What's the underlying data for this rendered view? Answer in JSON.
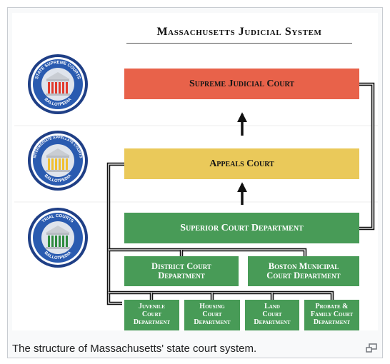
{
  "diagram": {
    "title": "Massachusetts Judicial System",
    "tiers": [
      {
        "seal_text": "STATE SUPREME COURTS",
        "seal_footer": "BALLOTPEDIA",
        "color": "#e23b2e"
      },
      {
        "seal_text": "INTERMEDIATE APPELLATE COURTS",
        "seal_footer": "BALLOTPEDIA",
        "color": "#f0c030"
      },
      {
        "seal_text": "TRIAL COURTS",
        "seal_footer": "BALLOTPEDIA",
        "color": "#2e8b3e"
      }
    ],
    "courts": {
      "supreme": "Supreme Judicial Court",
      "appeals": "Appeals Court",
      "superior": "Superior Court Department",
      "district": [
        "District Court",
        "Department"
      ],
      "boston": [
        "Boston Municipal",
        "Court Department"
      ],
      "juvenile": [
        "Juvenile",
        "Court",
        "Department"
      ],
      "housing": [
        "Housing",
        "Court",
        "Department"
      ],
      "land": [
        "Land",
        "Court",
        "Department"
      ],
      "probate": [
        "Probate &",
        "Family Court",
        "Department"
      ]
    },
    "colors": {
      "supreme": "#e8624a",
      "appeals": "#eac95a",
      "trial": "#489b57",
      "arrow": "#111111"
    }
  },
  "caption": "The structure of Massachusetts' state court system.",
  "enlarge_icon": "enlarge-icon"
}
